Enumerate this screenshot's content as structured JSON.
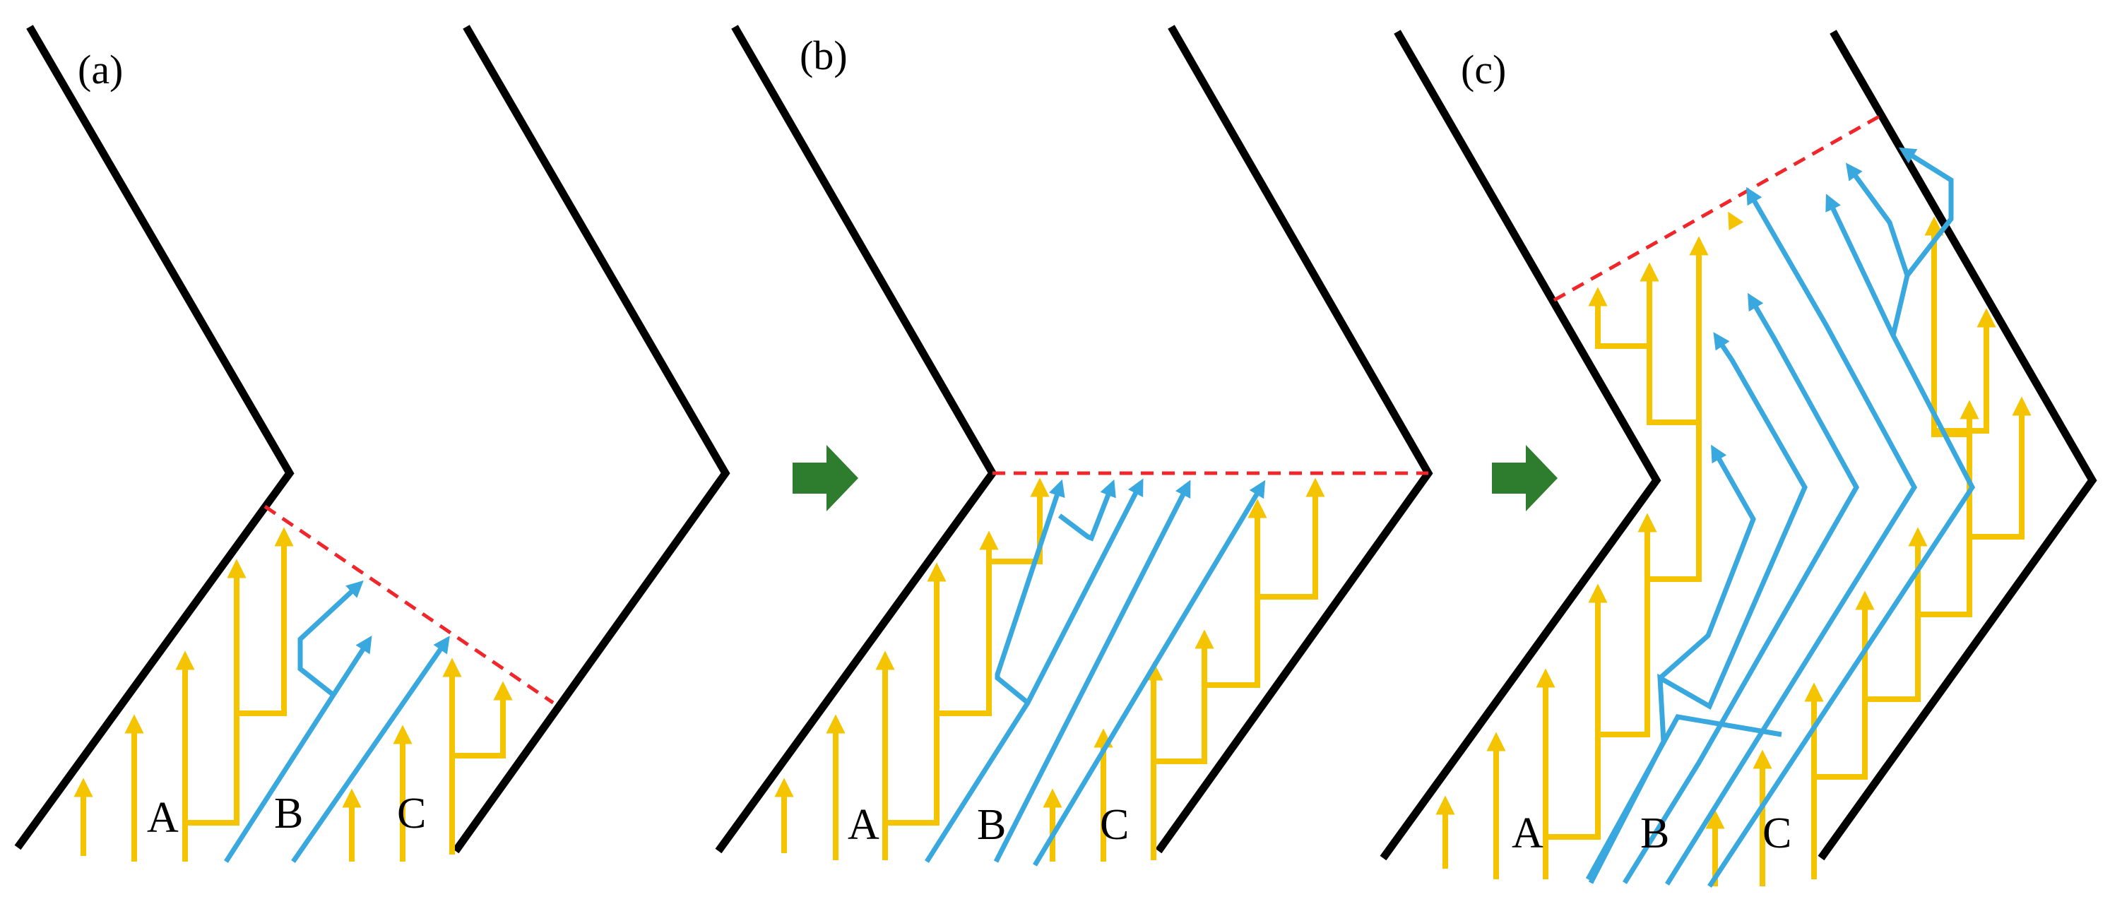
{
  "figure": {
    "panels": [
      {
        "id": "a",
        "label": "(a)",
        "grains": [
          "A",
          "B",
          "C"
        ]
      },
      {
        "id": "b",
        "label": "(b)",
        "grains": [
          "A",
          "B",
          "C"
        ]
      },
      {
        "id": "c",
        "label": "(c)",
        "grains": [
          "A",
          "B",
          "C"
        ]
      }
    ],
    "colors": {
      "wall": "#000000",
      "grain_yellow": "#F5C400",
      "grain_blue": "#38A8DE",
      "front_line": "#F0262B",
      "step_arrow": "#2E7D2E"
    },
    "icons": [
      "step-arrow-icon",
      "step-arrow-icon"
    ]
  }
}
